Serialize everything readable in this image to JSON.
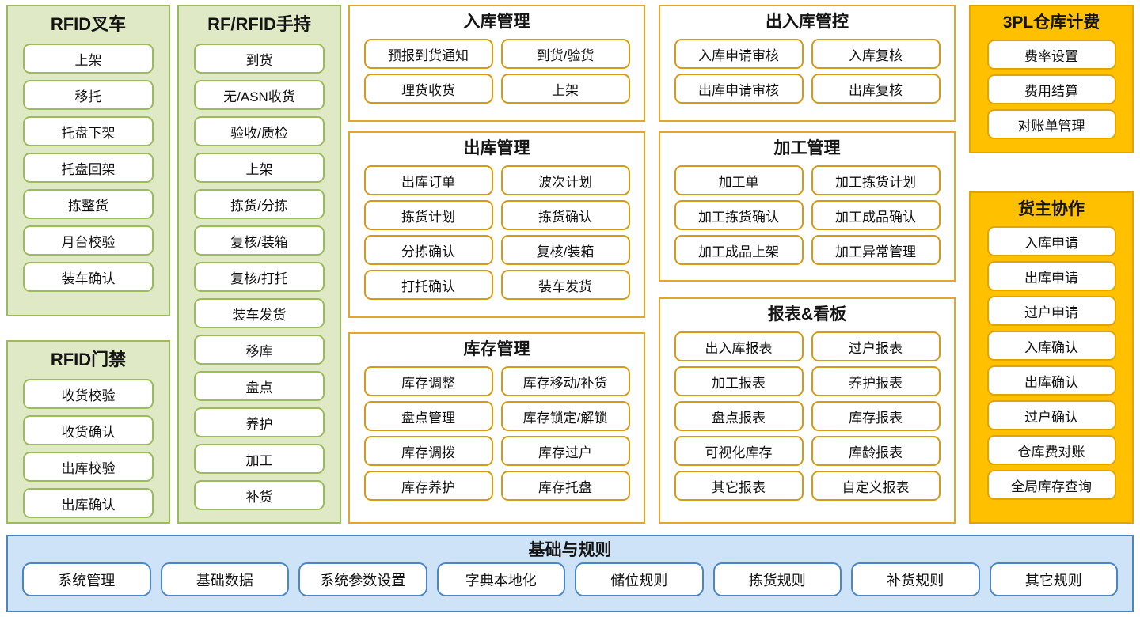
{
  "theme": {
    "green_fill": "#dfe9c5",
    "green_border": "#9cbb5c",
    "orange_border": "#e2a62a",
    "yellow_fill": "#ffc000",
    "yellow_border": "#e0a500",
    "blue_fill": "#cfe3f8",
    "blue_border": "#4a86c8",
    "button_fill": "#ffffff",
    "text_color": "#111111"
  },
  "panels": {
    "forklift": {
      "title": "RFID叉车",
      "items": [
        "上架",
        "移托",
        "托盘下架",
        "托盘回架",
        "拣整货",
        "月台校验",
        "装车确认"
      ]
    },
    "gate": {
      "title": "RFID门禁",
      "items": [
        "收货校验",
        "收货确认",
        "出库校验",
        "出库确认"
      ]
    },
    "handheld": {
      "title": "RF/RFID手持",
      "items": [
        "到货",
        "无/ASN收货",
        "验收/质检",
        "上架",
        "拣货/分拣",
        "复核/装箱",
        "复核/打托",
        "装车发货",
        "移库",
        "盘点",
        "养护",
        "加工",
        "补货"
      ]
    },
    "inbound": {
      "title": "入库管理",
      "items": [
        "预报到货通知",
        "到货/验货",
        "理货收货",
        "上架"
      ]
    },
    "outbound": {
      "title": "出库管理",
      "items": [
        "出库订单",
        "波次计划",
        "拣货计划",
        "拣货确认",
        "分拣确认",
        "复核/装箱",
        "打托确认",
        "装车发货"
      ]
    },
    "inventory": {
      "title": "库存管理",
      "items": [
        "库存调整",
        "库存移动/补货",
        "盘点管理",
        "库存锁定/解锁",
        "库存调拨",
        "库存过户",
        "库存养护",
        "库存托盘"
      ]
    },
    "control": {
      "title": "出入库管控",
      "items": [
        "入库申请审核",
        "入库复核",
        "出库申请审核",
        "出库复核"
      ]
    },
    "processing": {
      "title": "加工管理",
      "items": [
        "加工单",
        "加工拣货计划",
        "加工拣货确认",
        "加工成品确认",
        "加工成品上架",
        "加工异常管理"
      ]
    },
    "reports": {
      "title": "报表&看板",
      "items": [
        "出入库报表",
        "过户报表",
        "加工报表",
        "养护报表",
        "盘点报表",
        "库存报表",
        "可视化库存",
        "库龄报表",
        "其它报表",
        "自定义报表"
      ]
    },
    "billing": {
      "title": "3PL仓库计费",
      "items": [
        "费率设置",
        "费用结算",
        "对账单管理"
      ]
    },
    "owner": {
      "title": "货主协作",
      "items": [
        "入库申请",
        "出库申请",
        "过户申请",
        "入库确认",
        "出库确认",
        "过户确认",
        "仓库费对账",
        "全局库存查询"
      ]
    },
    "base": {
      "title": "基础与规则",
      "items": [
        "系统管理",
        "基础数据",
        "系统参数设置",
        "字典本地化",
        "储位规则",
        "拣货规则",
        "补货规则",
        "其它规则"
      ]
    }
  }
}
